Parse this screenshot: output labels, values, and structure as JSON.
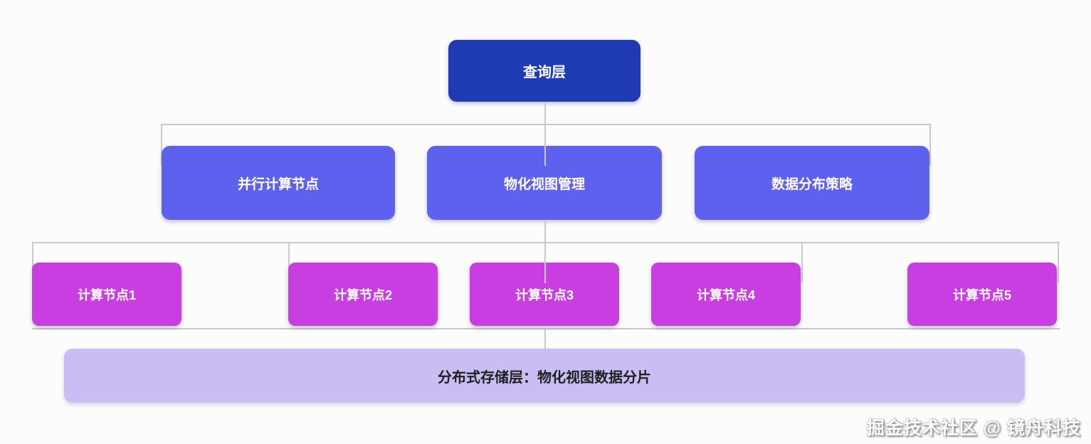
{
  "diagram": {
    "query_layer": {
      "label": "查询层",
      "color": "#1F3BB4"
    },
    "middle_nodes": [
      {
        "label": "并行计算节点"
      },
      {
        "label": "物化视图管理"
      },
      {
        "label": "数据分布策略"
      }
    ],
    "middle_color": "#5E61ED",
    "compute_nodes": [
      {
        "label": "计算节点1"
      },
      {
        "label": "计算节点2"
      },
      {
        "label": "计算节点3"
      },
      {
        "label": "计算节点4"
      },
      {
        "label": "计算节点5"
      }
    ],
    "compute_color": "#C93EE0",
    "storage_layer": {
      "label": "分布式存储层：物化视图数据分片",
      "color": "#C9BDF3"
    },
    "connector_color": "#C9C9C9",
    "watermark": "掘金技术社区 @ 镜舟科技"
  }
}
